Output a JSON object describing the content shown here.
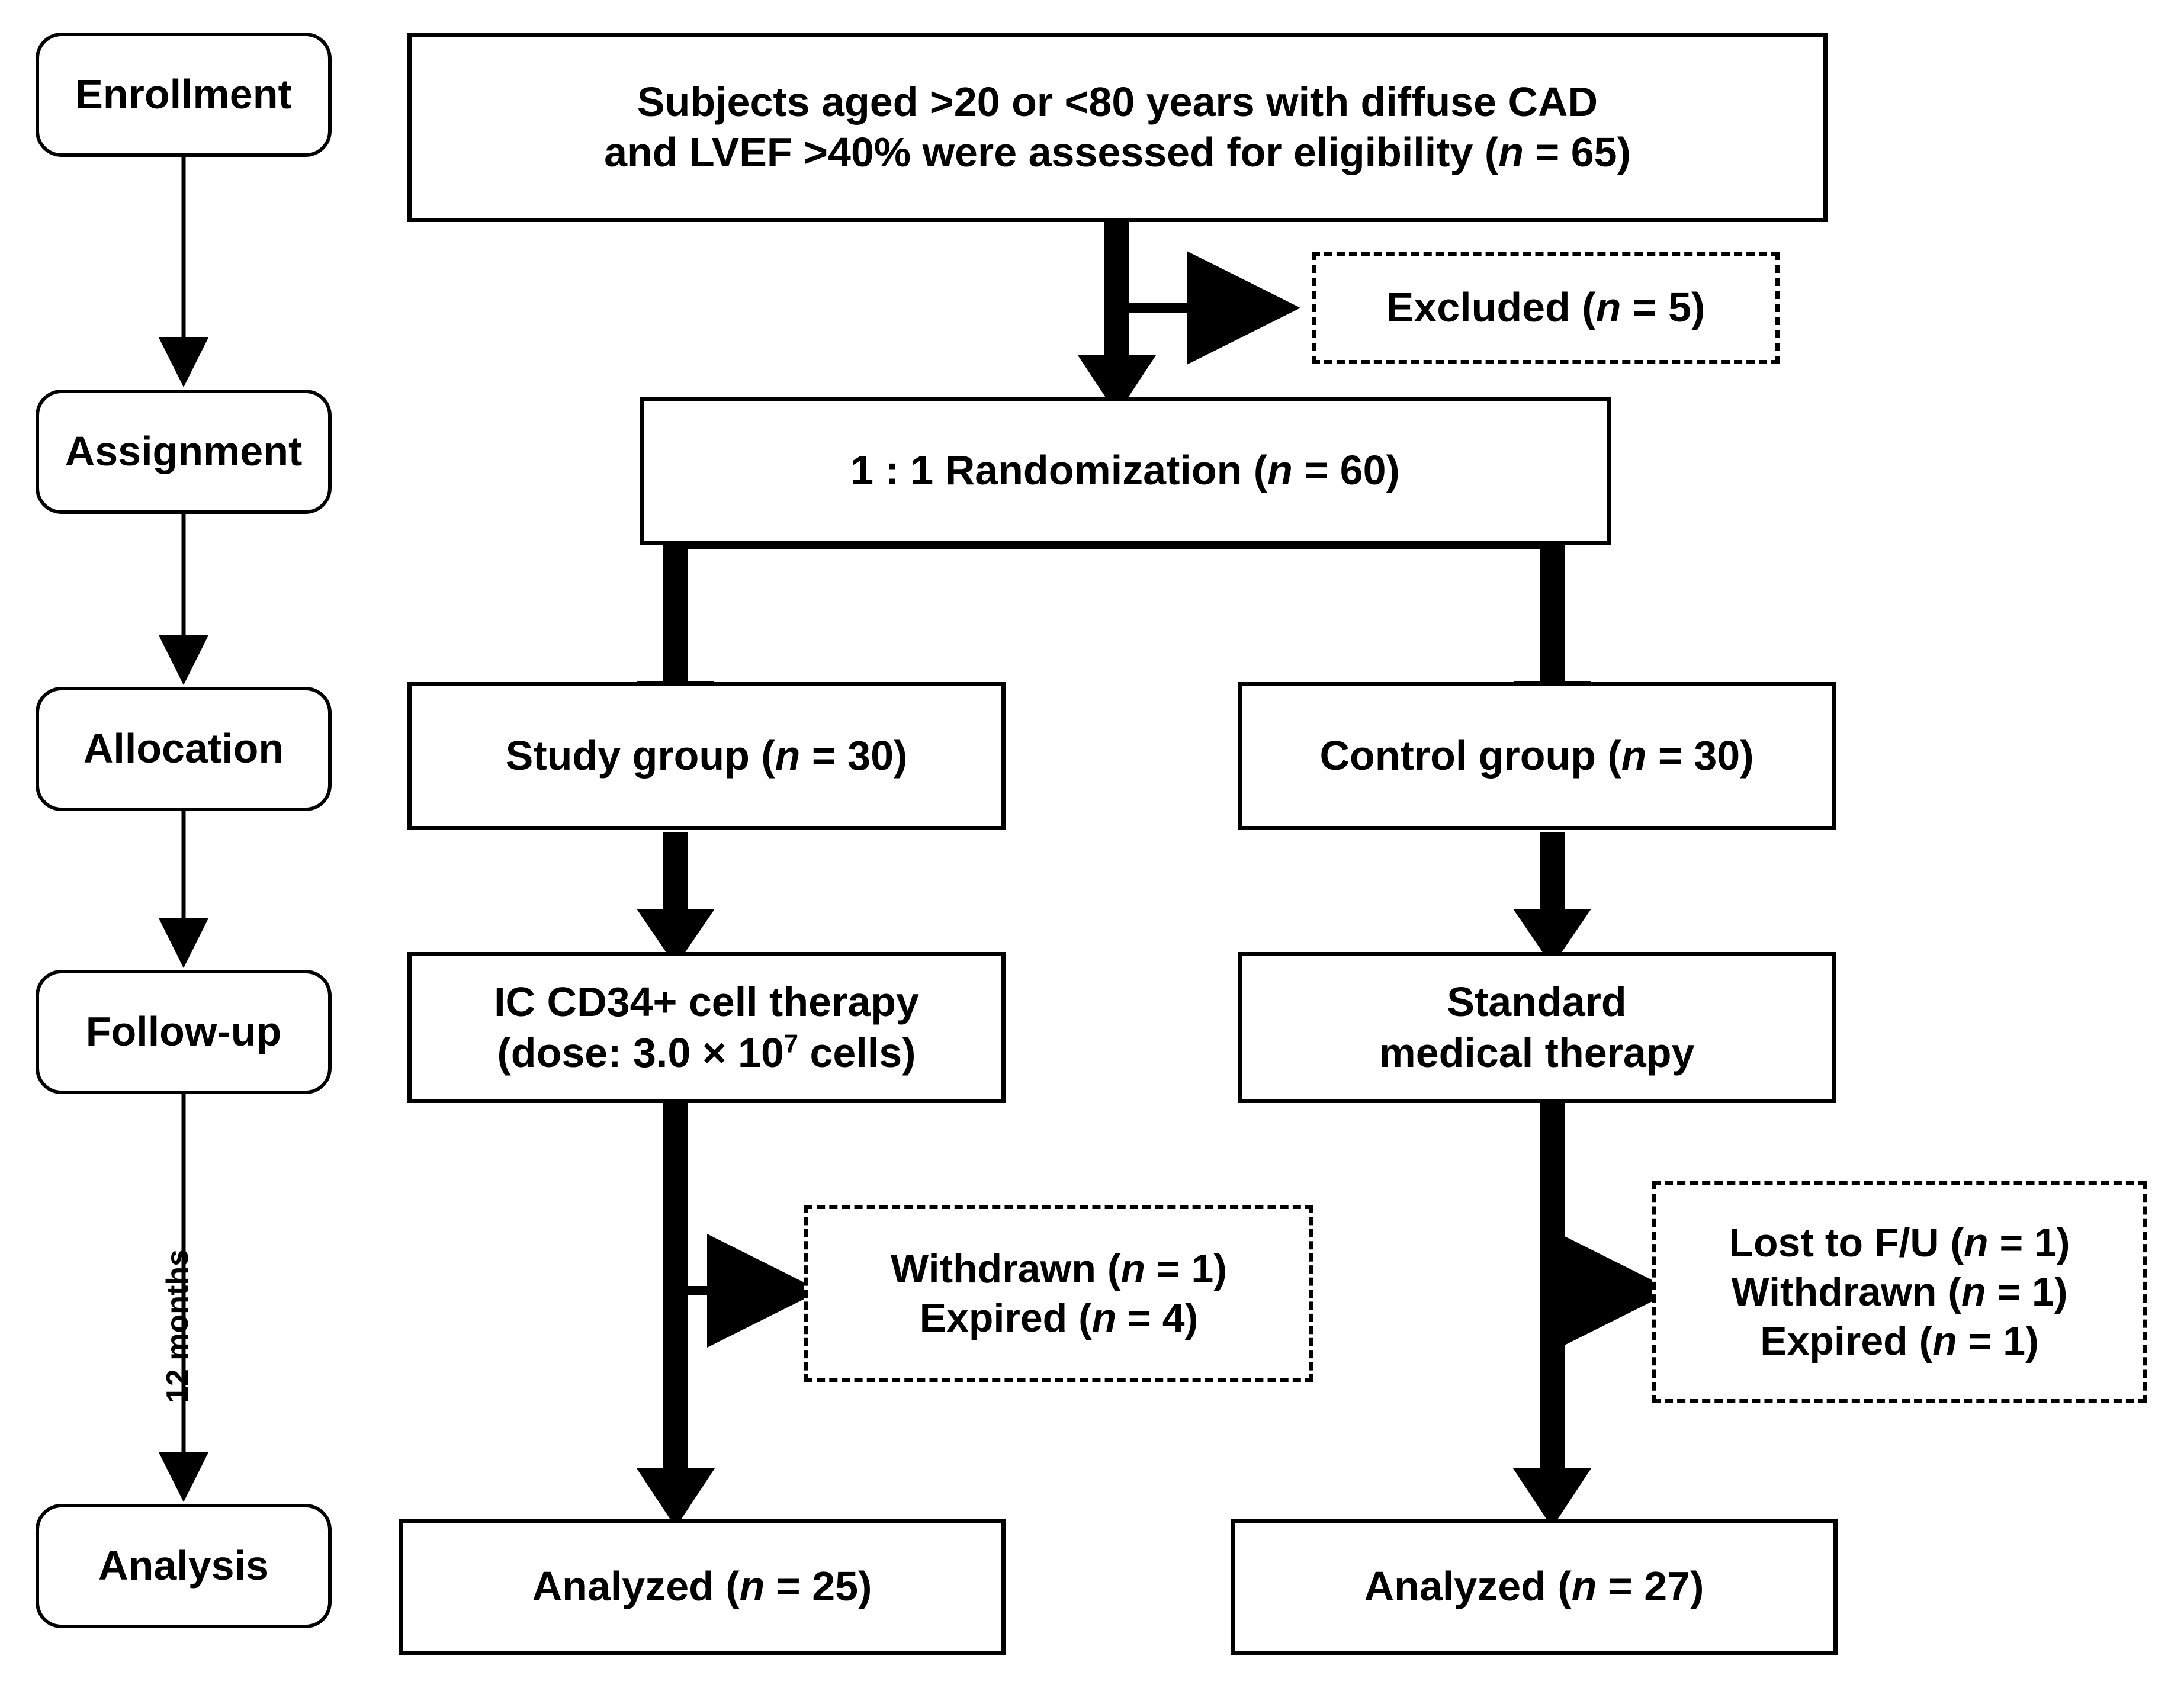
{
  "diagram": {
    "type": "consort-flow-diagram",
    "title": "CONSORT participant flow diagram",
    "stages": [
      {
        "id": "enrollment",
        "label": "Enrollment"
      },
      {
        "id": "assignment",
        "label": "Assignment"
      },
      {
        "id": "allocation",
        "label": "Allocation"
      },
      {
        "id": "followup",
        "label": "Follow-up"
      },
      {
        "id": "analysis",
        "label": "Analysis"
      }
    ],
    "duration_label": "12 months",
    "nodes": {
      "eligibility": {
        "line1": "Subjects aged >20 or <80 years with diffuse CAD",
        "line2_pre": "and LVEF >40% were assessed for eligibility (",
        "line2_n": "n",
        "line2_post": " = 65)",
        "count": 65
      },
      "excluded": {
        "pre": "Excluded (",
        "n": "n",
        "post": " = 5)",
        "count": 5
      },
      "randomization": {
        "pre": "1 : 1 Randomization (",
        "n": "n",
        "post": " = 60)",
        "count": 60
      },
      "study_group": {
        "pre": "Study group (",
        "n": "n",
        "post": " = 30)",
        "count": 30
      },
      "control_group": {
        "pre": "Control group (",
        "n": "n",
        "post": " = 30)",
        "count": 30
      },
      "study_therapy": {
        "line1": "IC CD34+ cell therapy",
        "line2_pre": "(dose: 3.0 × 10",
        "line2_sup": "7",
        "line2_post": " cells)"
      },
      "control_therapy": {
        "line1": "Standard",
        "line2": "medical therapy"
      },
      "study_dropout": {
        "line1_pre": "Withdrawn (",
        "line1_n": "n",
        "line1_post": " = 1)",
        "line2_pre": "Expired (",
        "line2_n": "n",
        "line2_post": " = 4)",
        "withdrawn": 1,
        "expired": 4
      },
      "control_dropout": {
        "line1_pre": "Lost to F/U (",
        "line1_n": "n",
        "line1_post": " = 1)",
        "line2_pre": "Withdrawn (",
        "line2_n": "n",
        "line2_post": " = 1)",
        "line3_pre": "Expired (",
        "line3_n": "n",
        "line3_post": " = 1)",
        "lost_to_fu": 1,
        "withdrawn": 1,
        "expired": 1
      },
      "study_analyzed": {
        "pre": "Analyzed (",
        "n": "n",
        "post": " = 25)",
        "count": 25
      },
      "control_analyzed": {
        "pre": "Analyzed (",
        "n": "n",
        "post": " = 27)",
        "count": 27
      }
    },
    "colors": {
      "stroke": "#000000",
      "fill": "#ffffff",
      "text": "#000000"
    }
  }
}
